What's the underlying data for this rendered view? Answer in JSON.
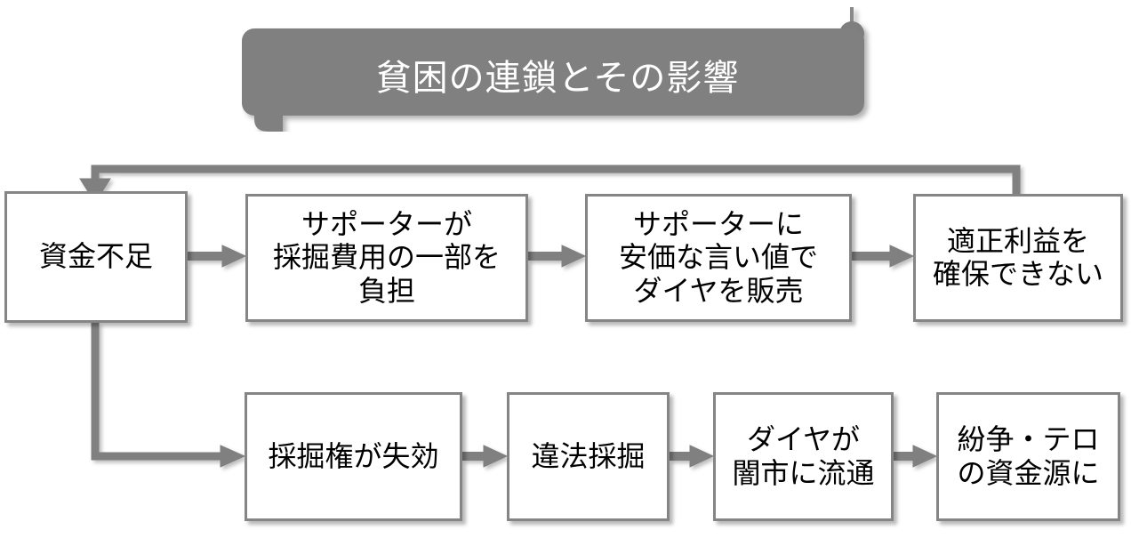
{
  "diagram": {
    "title_banner": {
      "label": "貧困の連鎖とその影響",
      "fill_color": "#808080",
      "text_color": "#ffffff",
      "pin_icon": "pin-icon",
      "tab_icon": "ribbon-tab-icon"
    },
    "style": {
      "node_border_color": "#858585",
      "node_fill_color": "#ffffff",
      "node_text_color": "#000000",
      "connector_color": "#808080",
      "background_color": "#ffffff"
    },
    "rows": [
      {
        "name": "funding-cycle-row",
        "nodes": [
          {
            "id": "n1",
            "label": "資金不足"
          },
          {
            "id": "n2",
            "label": "サポーターが\n採掘費用の一部を\n負担"
          },
          {
            "id": "n3",
            "label": "サポーターに\n安価な言い値で\nダイヤを販売"
          },
          {
            "id": "n4",
            "label": "適正利益を\n確保できない"
          }
        ]
      },
      {
        "name": "illegal-mining-row",
        "nodes": [
          {
            "id": "n5",
            "label": "採掘権が失効"
          },
          {
            "id": "n6",
            "label": "違法採掘"
          },
          {
            "id": "n7",
            "label": "ダイヤが\n闇市に流通"
          },
          {
            "id": "n8",
            "label": "紛争・テロ\nの資金源に"
          }
        ]
      }
    ],
    "connectors": [
      {
        "name": "arrow-n1-to-n2",
        "from": "n1",
        "to": "n2",
        "type": "arrow-right"
      },
      {
        "name": "arrow-n2-to-n3",
        "from": "n2",
        "to": "n3",
        "type": "arrow-right"
      },
      {
        "name": "arrow-n3-to-n4",
        "from": "n3",
        "to": "n4",
        "type": "arrow-right"
      },
      {
        "name": "feedback-arrow-n4-to-n1",
        "from": "n4",
        "to": "n1",
        "type": "elbow-arrow-up-left-down"
      },
      {
        "name": "branch-arrow-n1-to-n5",
        "from": "n1",
        "to": "n5",
        "type": "elbow-arrow-down-right"
      },
      {
        "name": "arrow-n5-to-n6",
        "from": "n5",
        "to": "n6",
        "type": "arrow-right"
      },
      {
        "name": "arrow-n6-to-n7",
        "from": "n6",
        "to": "n7",
        "type": "arrow-right"
      },
      {
        "name": "arrow-n7-to-n8",
        "from": "n7",
        "to": "n8",
        "type": "arrow-right"
      }
    ]
  }
}
